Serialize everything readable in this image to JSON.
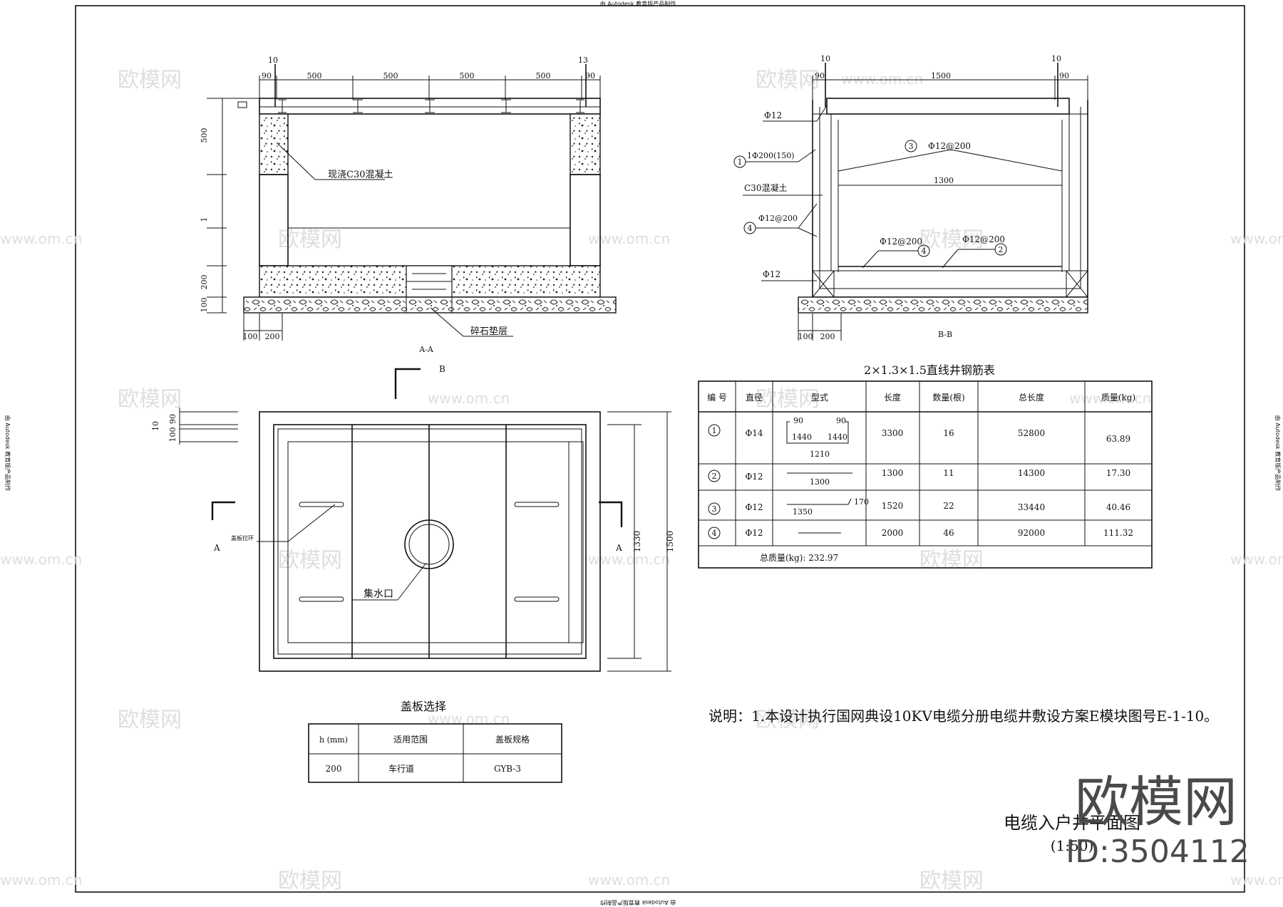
{
  "edu_stamp": "由 Autodesk 教育版产品制作",
  "watermark": {
    "text": "欧模网",
    "url": "www.om.cn",
    "brand": "欧模网",
    "id": "ID:3504112"
  },
  "section_aa": {
    "label": "A-A",
    "dims_top": [
      "90",
      "500",
      "500",
      "500",
      "500",
      "90"
    ],
    "rebar_marks": [
      "10",
      "13"
    ],
    "dims_left": [
      "500",
      "1",
      "200",
      "100"
    ],
    "dims_bottom": [
      "100",
      "200"
    ],
    "concrete_note": "现浇C30混凝土",
    "gravel_note": "碎石垫层"
  },
  "section_bb": {
    "label": "B-B",
    "dims_top": [
      "90",
      "1500",
      "90"
    ],
    "rebar_marks": [
      "10",
      "10"
    ],
    "dims_bottom": [
      "100",
      "200"
    ],
    "inner_dim": "1300",
    "labels": {
      "phi12_top": "Φ12",
      "r1": "1Φ200(150)",
      "concrete": "C30混凝土",
      "r4_side": "Φ12@200",
      "phi12_bottom": "Φ12",
      "r3": "Φ12@200",
      "r4_bottom": "Φ12@200",
      "r2_bottom": "Φ12@200"
    },
    "circle_nums": [
      "1",
      "3",
      "4",
      "4",
      "2"
    ]
  },
  "plan": {
    "section_b": "B",
    "section_a": "A",
    "left_dims": [
      "10",
      "90",
      "100"
    ],
    "right_dims": [
      "1330",
      "1500"
    ],
    "drain_label": "集水口",
    "handle_label": "盖板拉环"
  },
  "rebar_table": {
    "title": "2×1.3×1.5直线井钢筋表",
    "headers": [
      "编 号",
      "直径",
      "型式",
      "长度",
      "数量(根)",
      "总长度",
      "质量(kg)"
    ],
    "rows": [
      {
        "no": "1",
        "dia": "Φ14",
        "len": "3300",
        "qty": "16",
        "total": "52800",
        "mass": "63.89",
        "shape": [
          "90",
          "90",
          "1440",
          "1440",
          "1210"
        ]
      },
      {
        "no": "2",
        "dia": "Φ12",
        "len": "1300",
        "qty": "11",
        "total": "14300",
        "mass": "17.30",
        "shape": [
          "1300"
        ]
      },
      {
        "no": "3",
        "dia": "Φ12",
        "len": "1520",
        "qty": "22",
        "total": "33440",
        "mass": "40.46",
        "shape": [
          "1350",
          "170"
        ]
      },
      {
        "no": "4",
        "dia": "Φ12",
        "len": "2000",
        "qty": "46",
        "total": "92000",
        "mass": "111.32",
        "shape": []
      }
    ],
    "total": "总质量(kg): 232.97"
  },
  "cover_table": {
    "title": "盖板选择",
    "headers": [
      "h (mm)",
      "适用范围",
      "盖板规格"
    ],
    "row": [
      "200",
      "车行道",
      "GYB-3"
    ]
  },
  "note": "说明：1.本设计执行国网典设10KV电缆分册电缆井敷设方案E模块图号E-1-10。",
  "drawing_title": "电缆入户井平面图",
  "drawing_scale": "(1:50)"
}
